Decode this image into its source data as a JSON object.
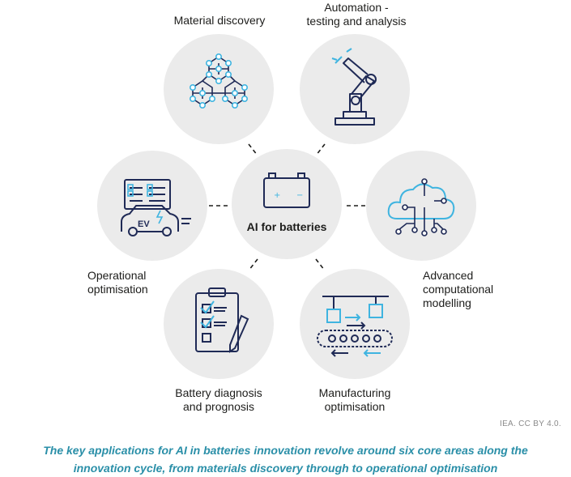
{
  "center": {
    "label": "AI for batteries",
    "battery_plus": "+",
    "battery_minus": "−"
  },
  "nodes": [
    {
      "id": "material-discovery",
      "label_lines": [
        "Material discovery"
      ],
      "icon": "molecule-icon"
    },
    {
      "id": "automation",
      "label_lines": [
        "Automation -",
        "testing and analysis"
      ],
      "icon": "robot-arm-icon"
    },
    {
      "id": "advanced-modelling",
      "label_lines": [
        "Advanced",
        "computational",
        "modelling"
      ],
      "icon": "cloud-circuit-icon"
    },
    {
      "id": "manufacturing",
      "label_lines": [
        "Manufacturing",
        "optimisation"
      ],
      "icon": "conveyor-belt-icon"
    },
    {
      "id": "battery-diagnosis",
      "label_lines": [
        "Battery diagnosis",
        "and prognosis"
      ],
      "icon": "clipboard-checklist-icon"
    },
    {
      "id": "operational",
      "label_lines": [
        "Operational",
        "optimisation"
      ],
      "icon": "ev-car-icon",
      "ev_text": "EV"
    }
  ],
  "credit": "IEA. CC BY 4.0.",
  "caption_lines": [
    "The key applications for AI in batteries innovation revolve around six core areas along the",
    "innovation cycle, from materials discovery through to operational optimisation"
  ],
  "colors": {
    "circle": "#ebebeb",
    "navy": "#1f2a56",
    "cyan": "#3fb4e0",
    "caption": "#2a8fa8"
  }
}
